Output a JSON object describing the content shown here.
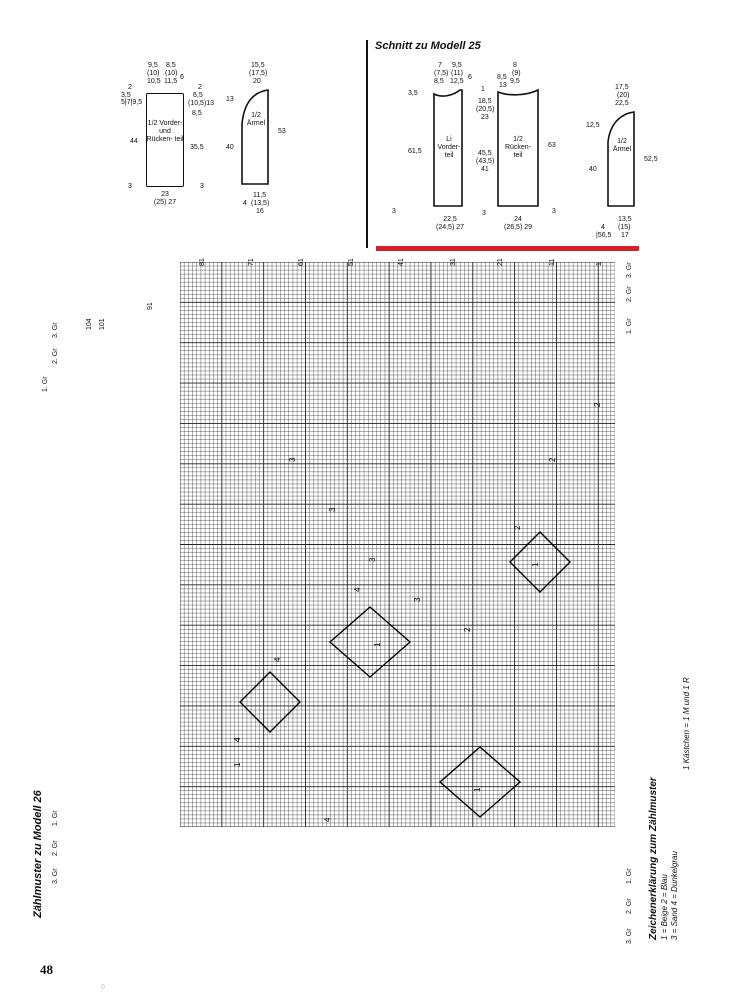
{
  "page": {
    "page_number": "48",
    "footnote_glyph": "0"
  },
  "model25": {
    "title": "Schnitt zu Modell 25",
    "accent_color": "#d42026"
  },
  "model26_sketch": {
    "body_label": "1/2 Vorder- und Rücken- teil",
    "sleeve_label": "1/2 Ärmel",
    "top_left_measures": [
      "9,5",
      "8,5",
      "(10)",
      "(10)",
      "10,5",
      "11,5",
      "6"
    ],
    "left_measures": [
      "2",
      "3,5",
      "5|7|9,5"
    ],
    "right_measures": [
      "2",
      "6,5",
      "(10,5)13",
      "8,5"
    ],
    "height_left": "44",
    "height_right": "35,5",
    "bottom_hem": "3",
    "width": "23",
    "width_alt": "(25) 27",
    "sleeve_top": "15,5",
    "sleeve_top_alt": "(17,5)",
    "sleeve_top_alt2": "20",
    "sleeve_cap": "13",
    "sleeve_height": "40",
    "sleeve_total": "53",
    "sleeve_bottom": "11,5",
    "sleeve_bottom_alt": "(13,5)",
    "sleeve_bottom_alt2": "16",
    "sleeve_hem": "4"
  },
  "model25_sketch": {
    "front_label": "Li Vorder- teil",
    "back_label": "1/2 Rücken- teil",
    "sleeve_label": "1/2 Ärmel",
    "top_measures": [
      "7",
      "9,5",
      "8",
      "(7,5)",
      "(11)",
      "(9)",
      "8,5",
      "12,5",
      "9,5",
      "6",
      "3,5",
      "8,5",
      "13"
    ],
    "shoulder_marker": "1",
    "height_left": "61,5",
    "mid_width": "18,5",
    "mid_width_alt": "(20,5)",
    "mid_width_alt2": "23",
    "mid_height": "45,5",
    "mid_height_alt": "(43,5)",
    "mid_height_alt2": "41",
    "height_right": "63",
    "hem": "3",
    "front_width": "22,5",
    "front_width_alt": "(24,5) 27",
    "back_width": "24",
    "back_width_alt": "(26,5) 29",
    "sleeve_top": "17,5",
    "sleeve_top_alt": "(20)",
    "sleeve_top_alt2": "22,5",
    "sleeve_cap": "12,5",
    "sleeve_height": "40",
    "sleeve_total": "52,5",
    "sleeve_bottom": "13,5",
    "sleeve_bottom_alt": "(15)",
    "sleeve_bottom_alt2": "17",
    "sleeve_hem": "4",
    "sleeve_hem_alt": "|56,5"
  },
  "chart": {
    "title": "Zählmuster zu Modell 26",
    "column_numbers": [
      "1",
      "11",
      "21",
      "31",
      "41",
      "51",
      "61",
      "71",
      "81",
      "91",
      "101",
      "104"
    ],
    "size_labels": [
      "1. Gr",
      "2. Gr",
      "3. Gr"
    ],
    "size_labels_top_right": [
      "3. Gr",
      "2. Gr",
      "1. Gr"
    ],
    "size_labels_bottom_right": [
      "1. Gr",
      "2. Gr",
      "3. Gr"
    ],
    "symbols": [
      "1",
      "2",
      "3",
      "4"
    ],
    "cell_note": "1 Kästchen = 1 M und 1 R"
  },
  "legend": {
    "title": "Zeichenerklärung zum Zählmuster",
    "line1": "1 = Beige  2 = Blau",
    "line2": "3 = Sand  4 = Dunkelgrau"
  }
}
